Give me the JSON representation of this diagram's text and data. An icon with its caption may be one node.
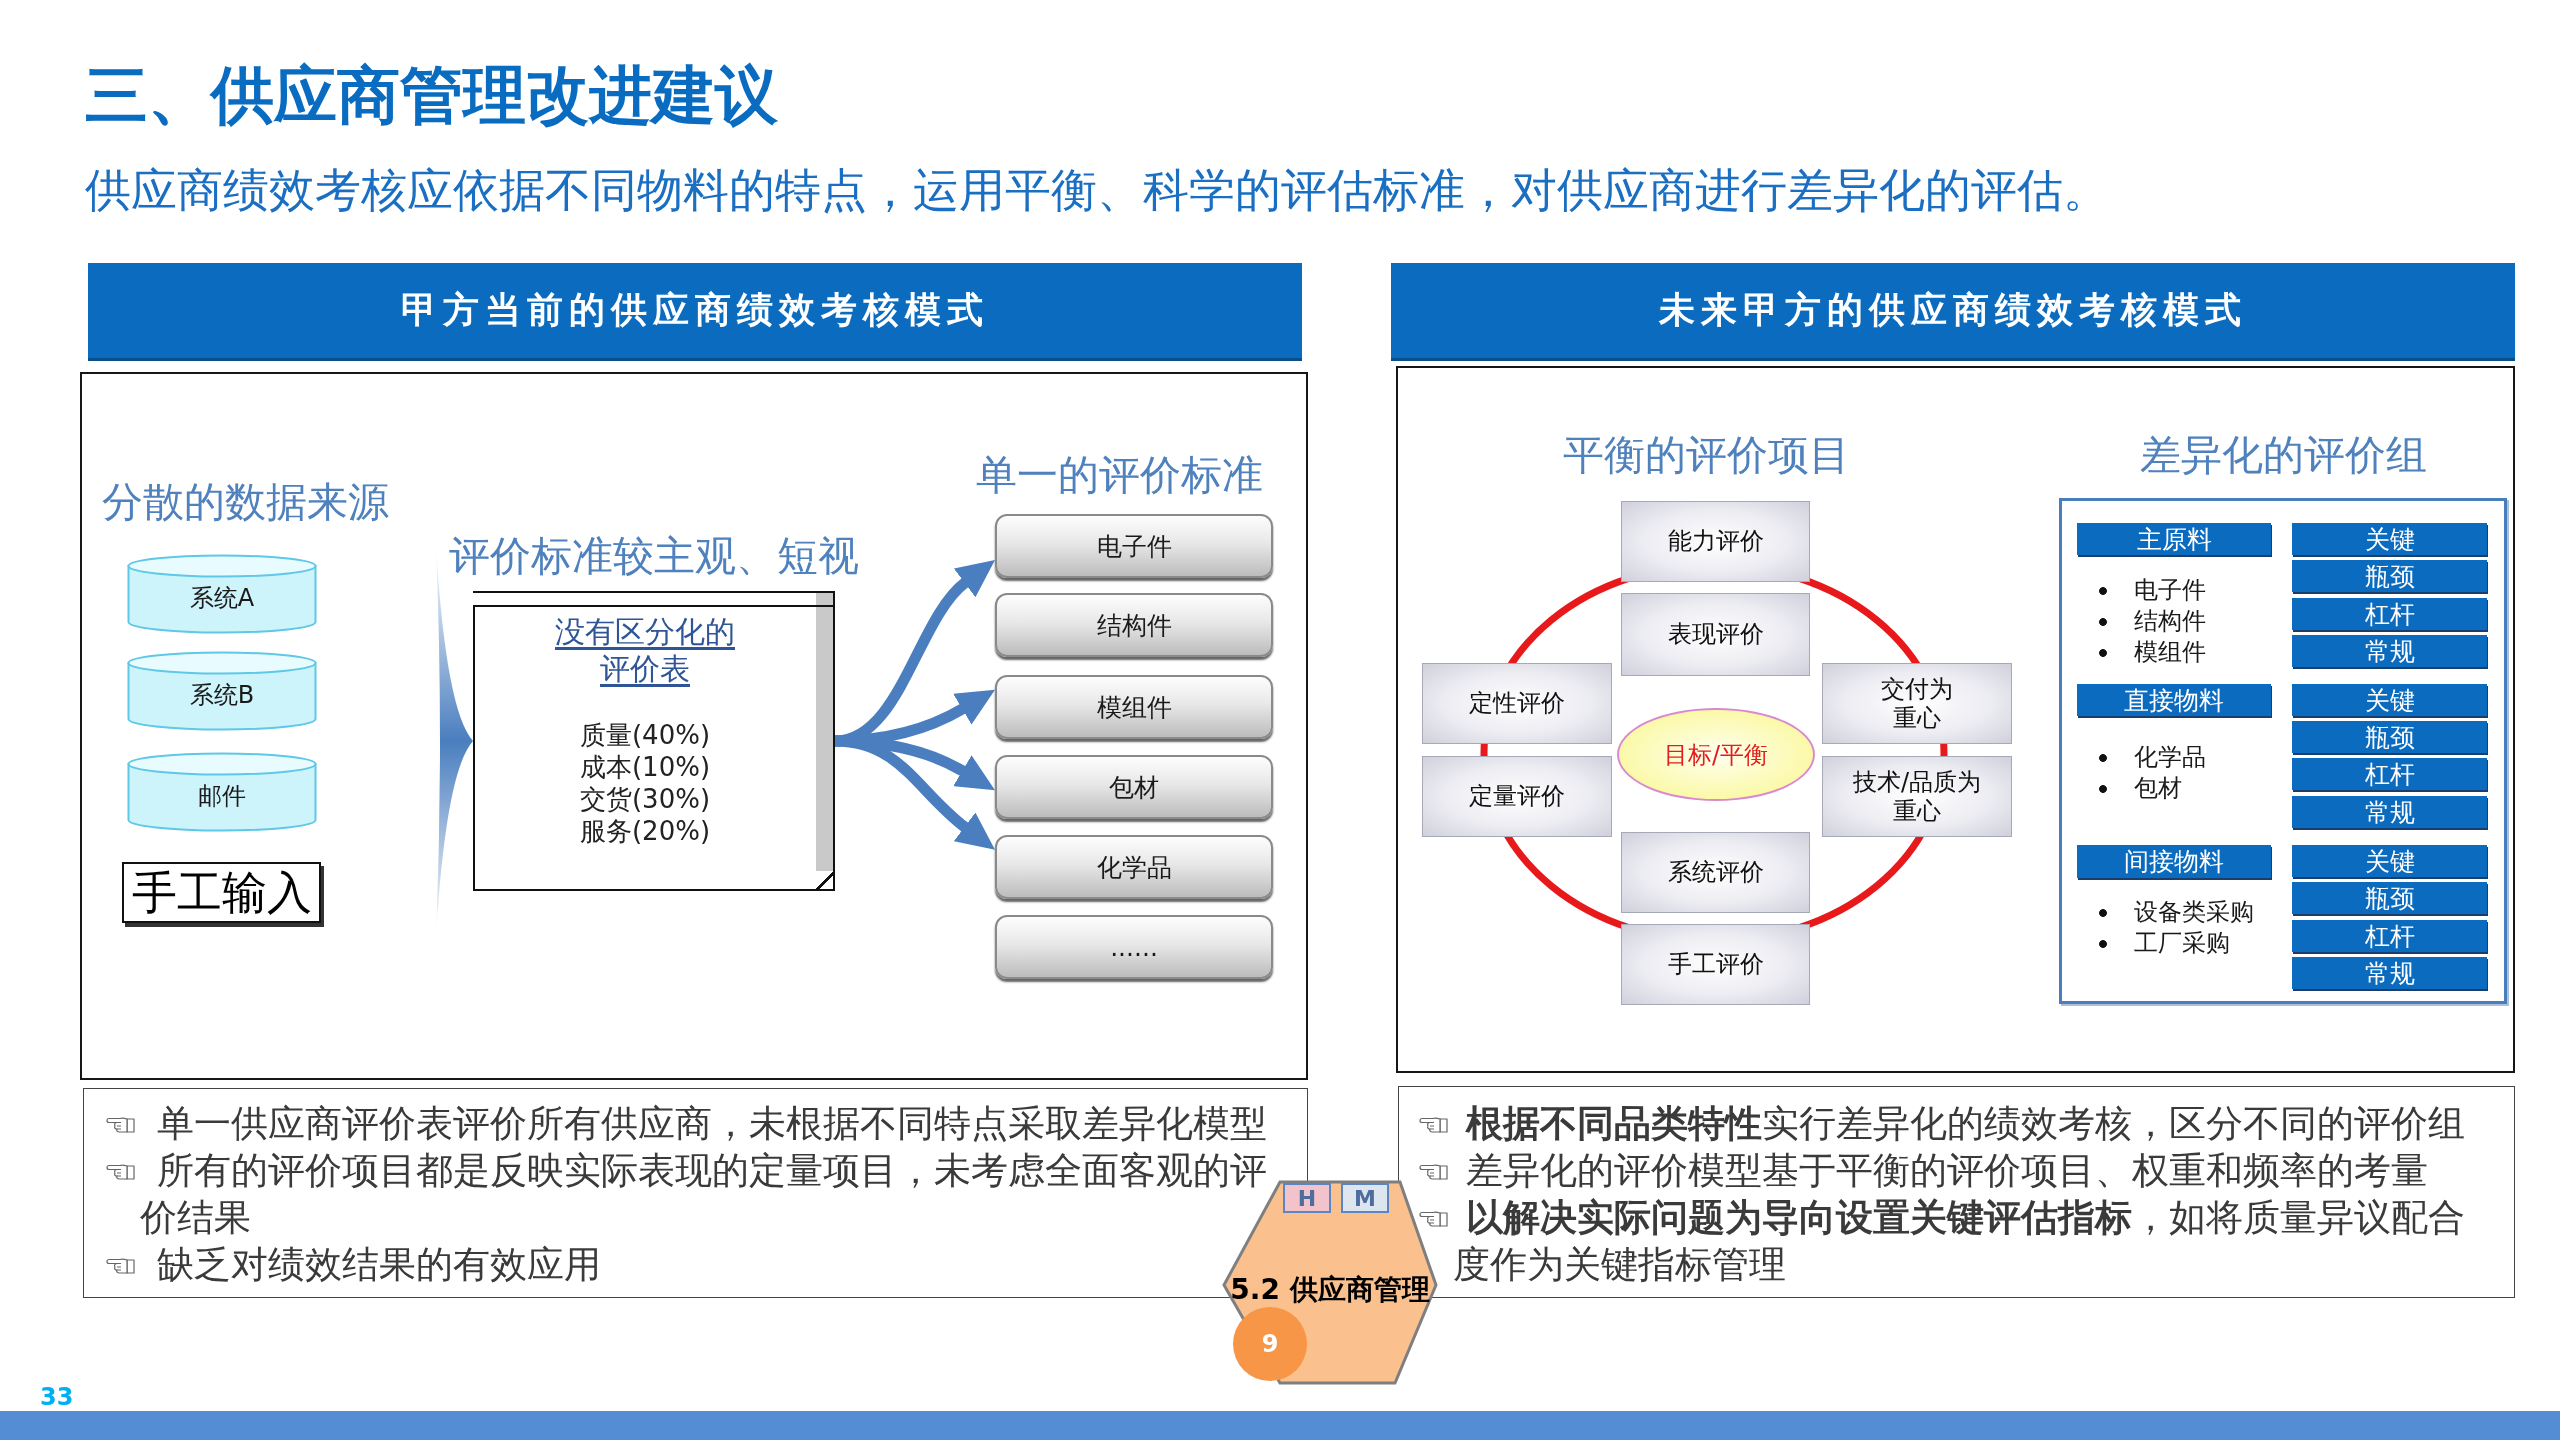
{
  "diagram": {
    "title": "三、供应商管理改进建议",
    "nodes": [
      {
        "text": [
          "甲方当前的供应商绩效考核模式"
        ]
      },
      {
        "text": [],
        "shape": "box"
      },
      {
        "text": [
          "系统A"
        ],
        "in": 1
      },
      {
        "text": [
          "系统B"
        ],
        "in": 1
      },
      {
        "text": [
          "邮件"
        ],
        "in": 1
      },
      {
        "text": [
          "手工输入"
        ],
        "in": 1
      },
      {
        "text": [
          "没有区分化的评价表",
          "质量(40%)",
          "成本(10%)",
          "交货(30%)",
          "服务(20%)"
        ],
        "in": 1,
        "beside": [
          "评价标准较主观、短视"
        ]
      },
      {
        "text": [
          "电子件"
        ],
        "in": 1
      },
      {
        "text": [
          "结构件"
        ],
        "in": 1
      },
      {
        "text": [
          "模组件"
        ],
        "in": 1
      },
      {
        "text": [
          "包材"
        ],
        "in": 1
      },
      {
        "text": [
          "化学品"
        ],
        "in": 1
      },
      {
        "text": [
          "......"
        ],
        "in": 1
      },
      {
        "text": [
          "未来甲方的供应商绩效考核模式"
        ]
      },
      {
        "text": [],
        "shape": "box"
      },
      {
        "text": [
          "能力评价"
        ],
        "in": 14
      },
      {
        "text": [
          "表现评价"
        ],
        "in": 14
      },
      {
        "text": [
          "定性评价"
        ],
        "in": 14
      },
      {
        "text": [
          "交付为重心"
        ],
        "in": 14
      },
      {
        "text": [
          "目标/平衡"
        ],
        "in": 14
      },
      {
        "text": [
          "定量评价"
        ],
        "in": 14
      },
      {
        "text": [
          "技术/品质为重心"
        ],
        "in": 14
      },
      {
        "text": [
          "系统评价"
        ],
        "in": 14
      },
      {
        "text": [
          "手工评价"
        ],
        "in": 14
      },
      {
        "text": [],
        "shape": "box",
        "in": 14
      },
      {
        "text": [
          "主原料"
        ],
        "in": 24,
        "beside": [
          "电子件",
          "结构件",
          "模组件"
        ]
      },
      {
        "text": [
          "关键"
        ],
        "in": 24
      },
      {
        "text": [
          "瓶颈"
        ],
        "in": 24
      },
      {
        "text": [
          "杠杆"
        ],
        "in": 24
      },
      {
        "text": [
          "常规"
        ],
        "in": 24
      },
      {
        "text": [
          "直接物料"
        ],
        "in": 24,
        "beside": [
          "化学品",
          "包材"
        ]
      },
      {
        "text": [
          "关键"
        ],
        "in": 24
      },
      {
        "text": [
          "瓶颈"
        ],
        "in": 24
      },
      {
        "text": [
          "杠杆"
        ],
        "in": 24
      },
      {
        "text": [
          "常规"
        ],
        "in": 24
      },
      {
        "text": [
          "间接物料"
        ],
        "in": 24,
        "beside": [
          "设备类采购",
          "工厂采购"
        ]
      },
      {
        "text": [
          "关键"
        ],
        "in": 24
      },
      {
        "text": [
          "瓶颈"
        ],
        "in": 24
      },
      {
        "text": [
          "杠杆"
        ],
        "in": 24
      },
      {
        "text": [
          "常规"
        ],
        "in": 24
      },
      {
        "text": [
          "单一供应商评价表评价所有供应商，未根据不同特点采取差异化模型",
          "所有的评价项目都是反映实际表现的定量项目，未考虑全面客观的评价结果",
          "缺乏对绩效结果的有效应用"
        ]
      },
      {
        "text": [
          "**根据不同品类特性**实行差异化的绩效考核，区分不同的评价组",
          "差异化的评价模型基于平衡的评价项目、权重和频率的考量",
          "**以解决实际问题为导向设置关键评估指标**，如将质量异议配合度作为关键指标管理"
        ]
      },
      {
        "text": [
          "5.2 供应商管理"
        ]
      },
      {
        "text": [
          "H"
        ],
        "in": 42
      },
      {
        "text": [
          "M"
        ],
        "in": 42
      },
      {
        "text": [
          "9"
        ],
        "in": 42
      }
    ],
    "edges": [
      {
        "from": null,
        "to": 6,
        "arrow": "to"
      },
      {
        "from": 6,
        "to": 7,
        "arrow": "to"
      },
      {
        "from": 6,
        "to": 9,
        "arrow": "to"
      },
      {
        "from": 6,
        "to": 10,
        "arrow": "to"
      },
      {
        "from": 6,
        "to": 11,
        "arrow": "to"
      }
    ],
    "labels": [
      "供应商绩效考核应依据不同物料的特点，运用平衡、科学的评估标准，对供应商进行差异化的评估。",
      "分散的数据来源",
      "单一的评价标准",
      "平衡的评价项目",
      "差异化的评价组",
      "33"
    ]
  }
}
